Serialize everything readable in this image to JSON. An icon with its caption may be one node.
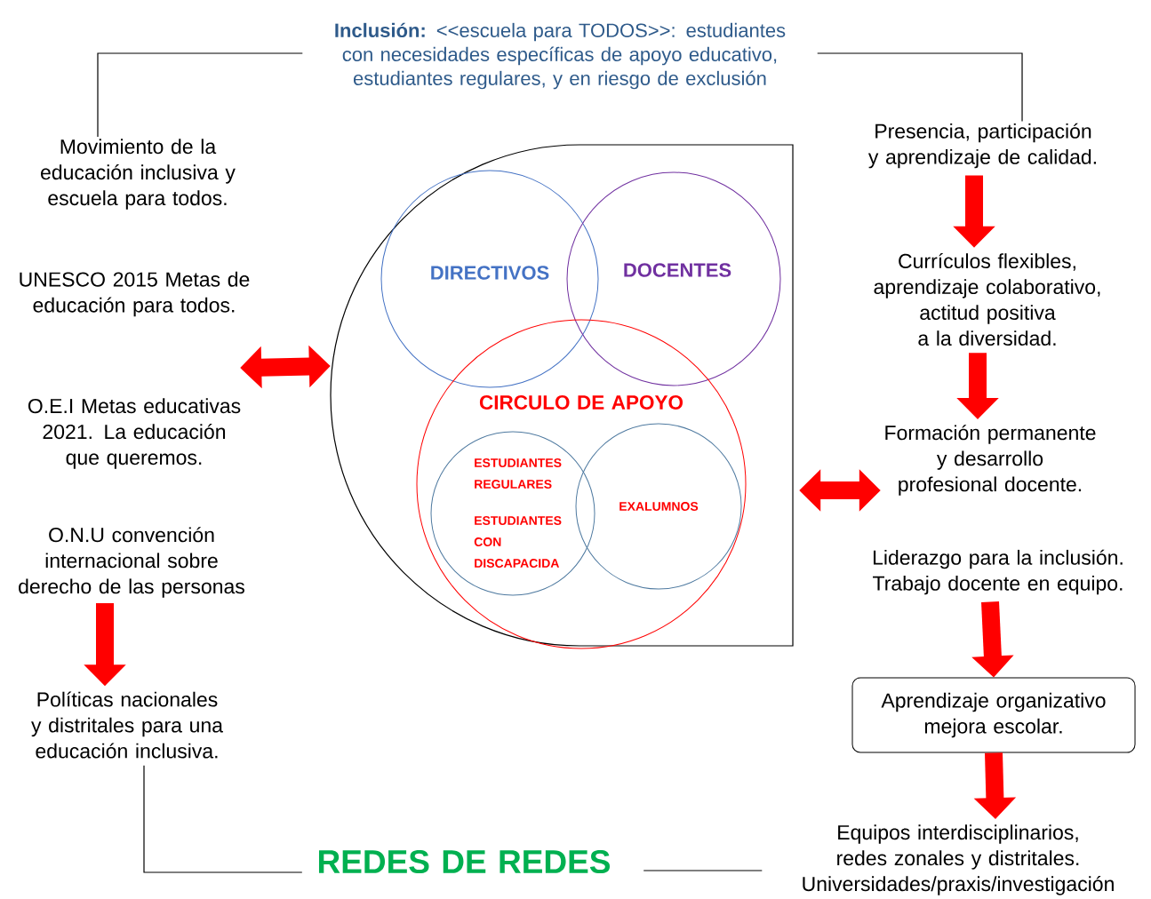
{
  "diagram": {
    "nodes": [
      {
        "text": [
          "**Inclusión:** <<escuela para TODOS>>: estudiantes con necesidades específicas de apoyo educativo, estudiantes regulares, y en riesgo de exclusión"
        ]
      },
      {
        "text": [
          "Movimiento de la educación inclusiva y escuela para todos."
        ]
      },
      {
        "text": [
          "UNESCO 2015 Metas de educación para todos."
        ]
      },
      {
        "text": [
          "O.E.I Metas educativas 2021. La educación que queremos."
        ]
      },
      {
        "text": [
          "O.N.U convención internacional sobre derecho de las personas"
        ]
      },
      {
        "text": [
          "Políticas nacionales y distritales para una educación inclusiva."
        ]
      },
      {
        "text": [],
        "shape": "box"
      },
      {
        "text": [
          "DIRECTIVOS"
        ],
        "in": 6
      },
      {
        "text": [
          "DOCENTES"
        ],
        "in": 6
      },
      {
        "text": [
          "CIRCULO DE APOYO"
        ],
        "in": 6
      },
      {
        "text": [
          "ESTUDIANTES REGULARES",
          "ESTUDIANTES CON DISCAPACIDA"
        ],
        "in": 9
      },
      {
        "text": [
          "EXALUMNOS"
        ],
        "in": 9
      },
      {
        "text": [
          "Presencia, participación y aprendizaje de calidad."
        ]
      },
      {
        "text": [
          "Currículos flexibles, aprendizaje colaborativo, actitud positiva a la diversidad."
        ]
      },
      {
        "text": [
          "Formación permanente y desarrollo profesional docente."
        ]
      },
      {
        "text": [
          "Liderazgo para la inclusión. Trabajo docente en equipo."
        ]
      },
      {
        "text": [
          "Aprendizaje organizativo mejora escolar."
        ]
      },
      {
        "text": [
          "Equipos interdisciplinarios, redes zonales y distritales. Universidades/praxis/investigación"
        ]
      },
      {
        "text": [
          "REDES DE REDES"
        ]
      }
    ],
    "edges": [
      {
        "from": 0,
        "to": 1,
        "arrow": "none",
        "color": "#000000"
      },
      {
        "from": 0,
        "to": 12,
        "arrow": "none",
        "color": "#000000"
      },
      {
        "from": 3,
        "to": 6,
        "arrow": "both"
      },
      {
        "from": 6,
        "to": 14,
        "arrow": "both"
      },
      {
        "from": 4,
        "to": 5,
        "arrow": "to"
      },
      {
        "from": 12,
        "to": 13,
        "arrow": "to"
      },
      {
        "from": 13,
        "to": 14,
        "arrow": "to"
      },
      {
        "from": 15,
        "to": 16,
        "arrow": "to"
      },
      {
        "from": 16,
        "to": 17,
        "arrow": "to"
      },
      {
        "from": 5,
        "to": 18,
        "arrow": "none",
        "color": "#000000"
      },
      {
        "from": 18,
        "to": 17,
        "arrow": "none",
        "color": "#000000"
      }
    ]
  }
}
